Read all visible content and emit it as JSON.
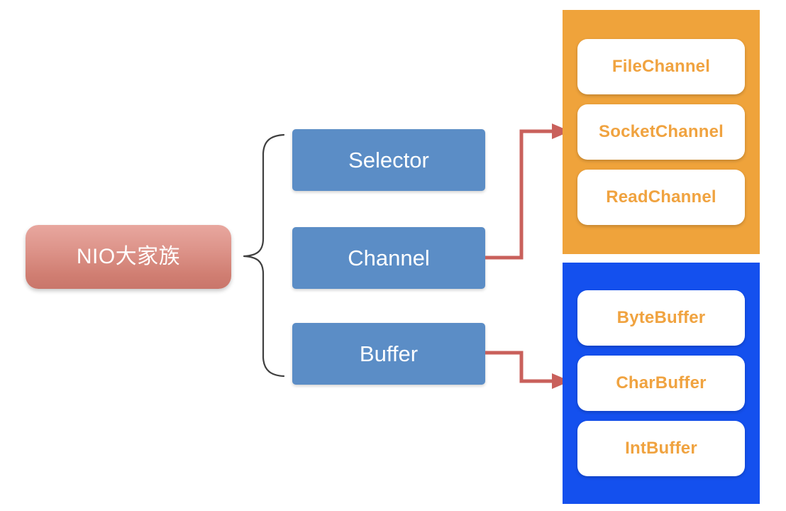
{
  "diagram": {
    "type": "hierarchy-diagram",
    "root": {
      "label": "NIO大家族"
    },
    "branches": [
      {
        "label": "Selector"
      },
      {
        "label": "Channel"
      },
      {
        "label": "Buffer"
      }
    ],
    "groups": [
      {
        "name": "channel-implementations",
        "accent": "#efa33b",
        "source_branch": "Channel",
        "items": [
          {
            "label": "FileChannel"
          },
          {
            "label": "SocketChannel"
          },
          {
            "label": "ReadChannel"
          }
        ]
      },
      {
        "name": "buffer-implementations",
        "accent": "#1450ee",
        "source_branch": "Buffer",
        "items": [
          {
            "label": "ByteBuffer"
          },
          {
            "label": "CharBuffer"
          },
          {
            "label": "IntBuffer"
          }
        ]
      }
    ],
    "colors": {
      "root_fill": "#d88d82",
      "branch_fill": "#5b8dc6",
      "branch_text": "#ffffff",
      "chip_fill": "#ffffff",
      "chip_text": "#f0a340",
      "arrow": "#c9605b",
      "brace": "#3f3f3f",
      "background": "#ffffff"
    },
    "connectors": [
      {
        "name": "brace-connector",
        "from": "NIO大家族",
        "to": "Selector, Channel, Buffer",
        "style": "curly-brace"
      },
      {
        "name": "channel-arrow",
        "from": "Channel",
        "to": "channel-implementations",
        "style": "elbow-arrow"
      },
      {
        "name": "buffer-arrow",
        "from": "Buffer",
        "to": "buffer-implementations",
        "style": "elbow-arrow"
      }
    ]
  }
}
